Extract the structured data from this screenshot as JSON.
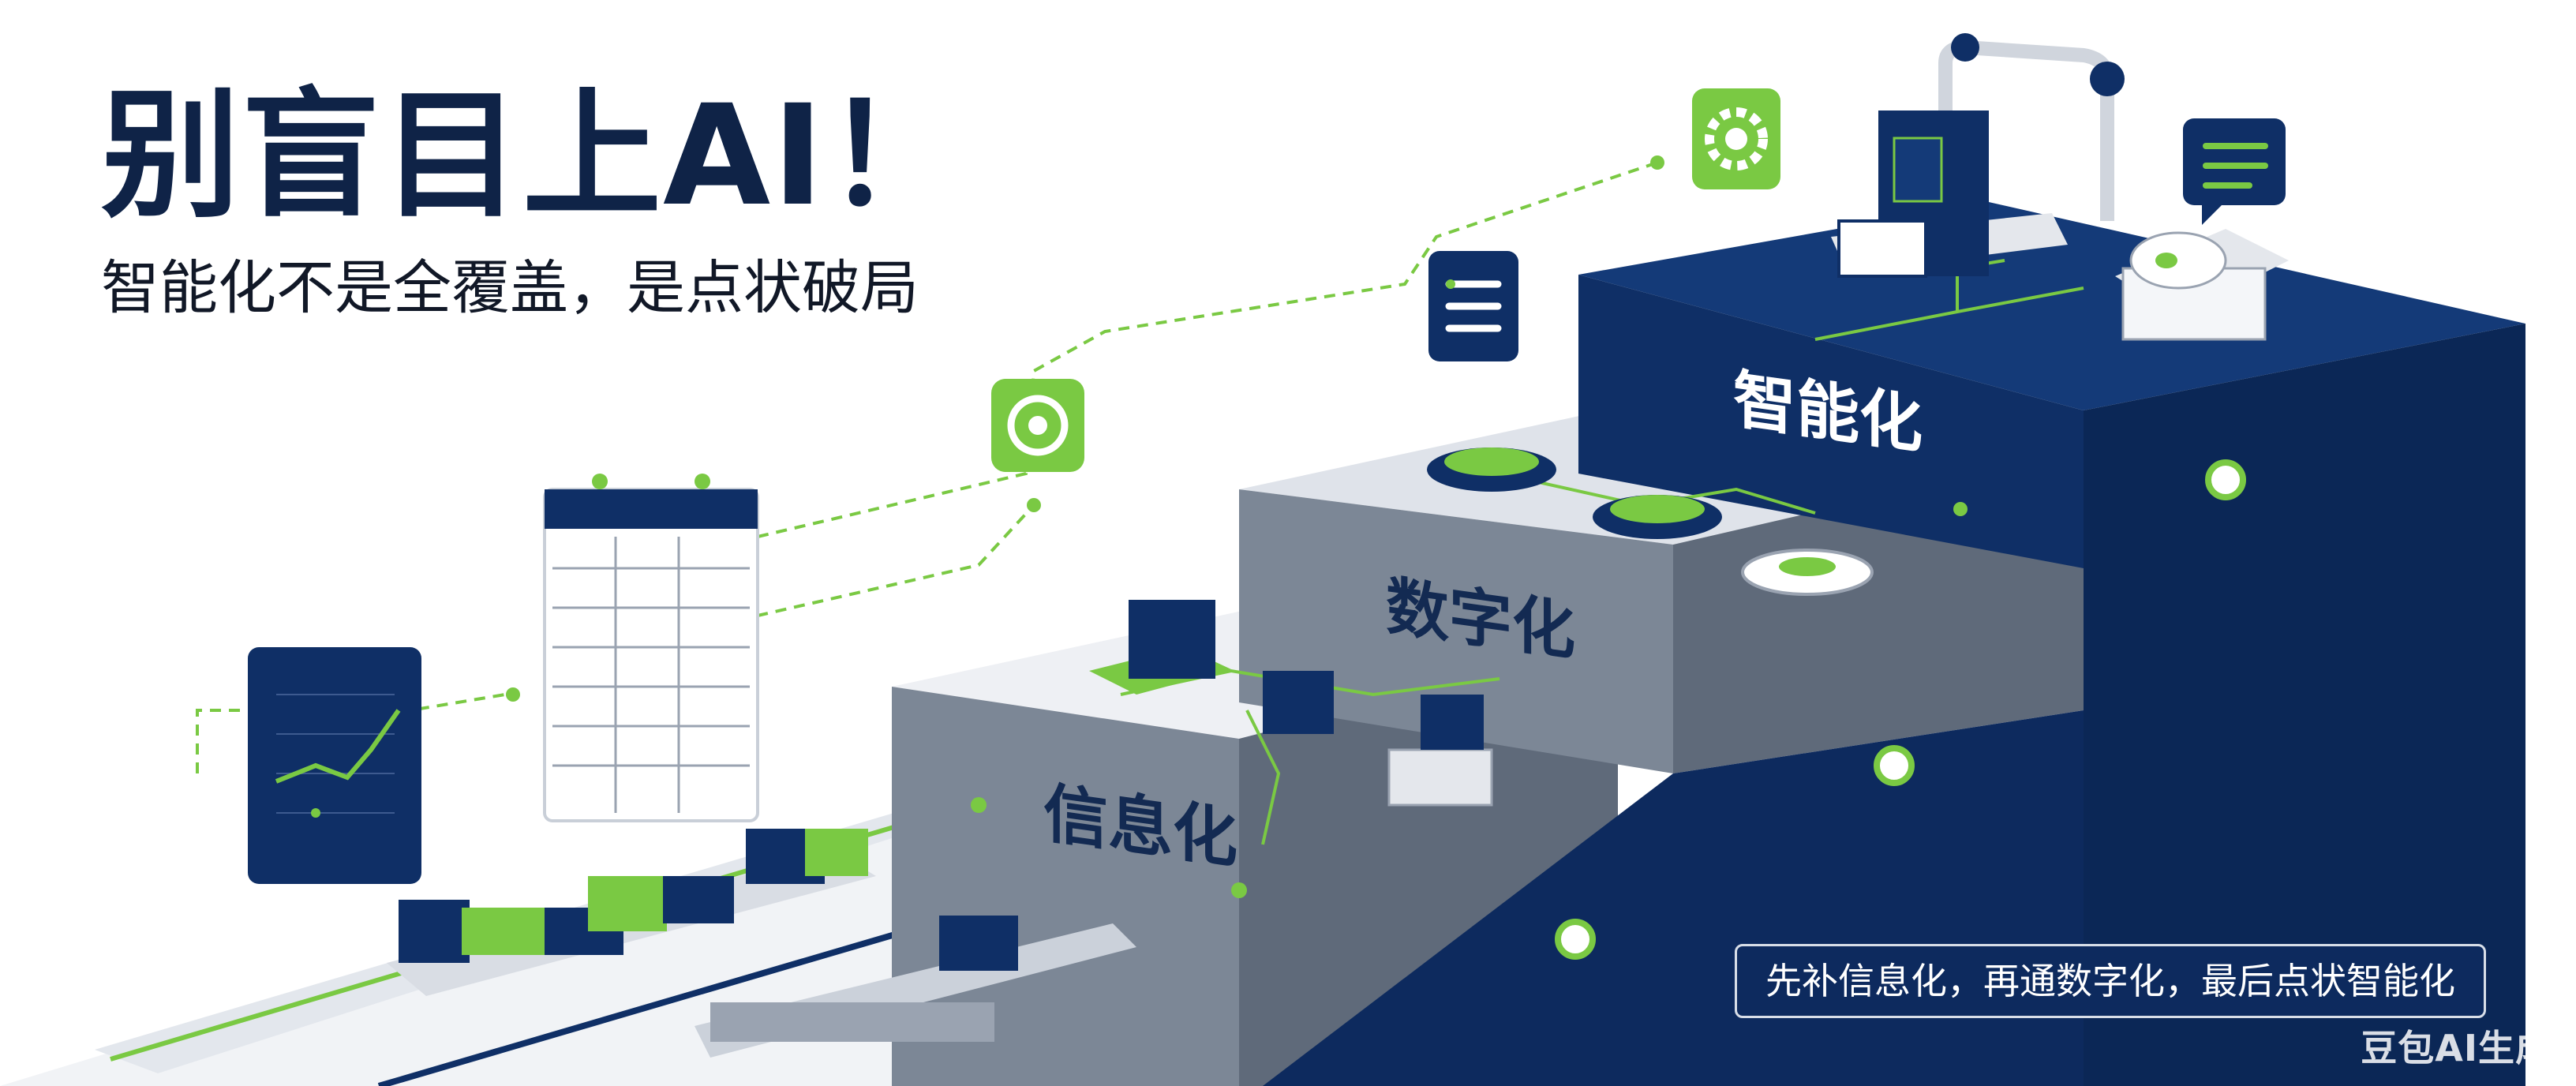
{
  "headline": "别盲目上AI！",
  "subheadline": "智能化不是全覆盖，是点状破局",
  "steps": {
    "informatization": "信息化",
    "digitalization": "数字化",
    "intelligentization": "智能化"
  },
  "caption": "先补信息化，再通数字化，最后点状智能化",
  "watermark": "豆包AI生成",
  "colors": {
    "navy": "#0f2f66",
    "green": "#7ac943",
    "gray_step": "#7c8796",
    "light_top": "#e9ecf1"
  },
  "icons": [
    "line-chart-icon",
    "spreadsheet-icon",
    "sync-icon",
    "list-icon",
    "gear-icon",
    "chat-icon"
  ]
}
